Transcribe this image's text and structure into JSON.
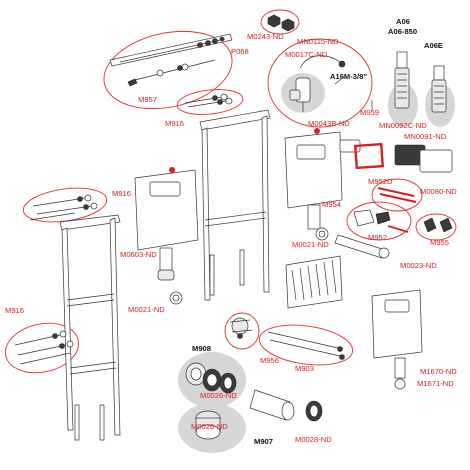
{
  "labels": {
    "m0243": "M0243-ND",
    "p068": "P068",
    "m957": "M957",
    "m916_top": "M916",
    "mn0115": "MN0115-ND",
    "m0017c": "M0017C-ND",
    "a16m": "A16M-3/8\"",
    "a06": "A06",
    "a06_850": "A06-850",
    "a06e": "A06E",
    "m959": "M959",
    "m0043b": "M0043B-ND",
    "mn0092c": "MN0092C-ND",
    "mn0091": "MN0091-ND",
    "m952d": "M952D",
    "m0080": "M0080-ND",
    "m916_left": "M916",
    "m954": "M954",
    "m952": "M952",
    "m955": "M955",
    "m0021_right": "M0021-ND",
    "m0603": "M0603-ND",
    "m0023": "M0023-ND",
    "m0021_left": "M0021-ND",
    "m916_bottom": "M916",
    "m956": "M956",
    "m903": "M903",
    "m908": "M908",
    "m0026_top": "M0026-ND",
    "m1670": "M1670-ND",
    "m1671": "M1671-ND",
    "m0026_bottom": "M0026-ND",
    "m907": "M907",
    "m0028": "M0028-ND"
  },
  "colors": {
    "label_red": "#d81e1e",
    "outline_red": "#e03030",
    "label_black": "#111111",
    "part_stroke": "#333333",
    "part_fill": "#ffffff",
    "grey_highlight": "#d6d6d6"
  }
}
